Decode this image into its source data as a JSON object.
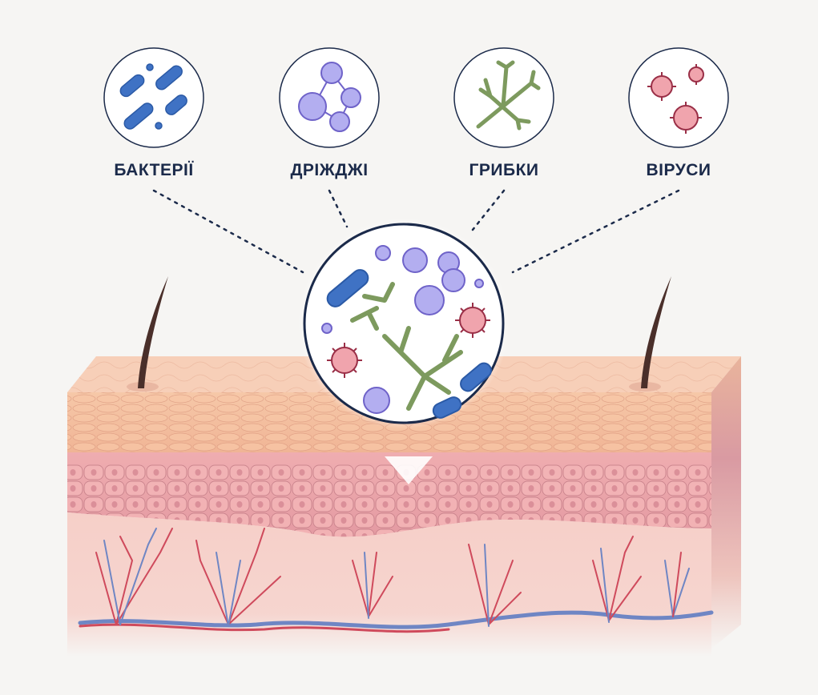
{
  "title": "Мікроорганізми шкіри",
  "categories": [
    {
      "id": "bacteria",
      "label": "БАКТЕРІЇ",
      "icon": "bacteria-icon",
      "color": "#3f72c4"
    },
    {
      "id": "yeast",
      "label": "ДРІЖДЖІ",
      "icon": "yeast-icon",
      "color": "#a9a3e6"
    },
    {
      "id": "fungi",
      "label": "ГРИБКИ",
      "icon": "fungi-icon",
      "color": "#7d9a5e"
    },
    {
      "id": "viruses",
      "label": "ВІРУСИ",
      "icon": "virus-icon",
      "color": "#d9798a"
    }
  ],
  "skin_layers": [
    "stratum-corneum",
    "epidermis",
    "dermis"
  ],
  "colors": {
    "text": "#1b2a4a",
    "outline": "#1b2a4a",
    "skin_top": "#f5cbb2",
    "corneum": "#f2b99a",
    "epidermis": "#e8a2a8",
    "dermis": "#f6cfc8",
    "artery": "#cf4a5c",
    "vein": "#6f86c4",
    "hair": "#4a2f2a"
  }
}
